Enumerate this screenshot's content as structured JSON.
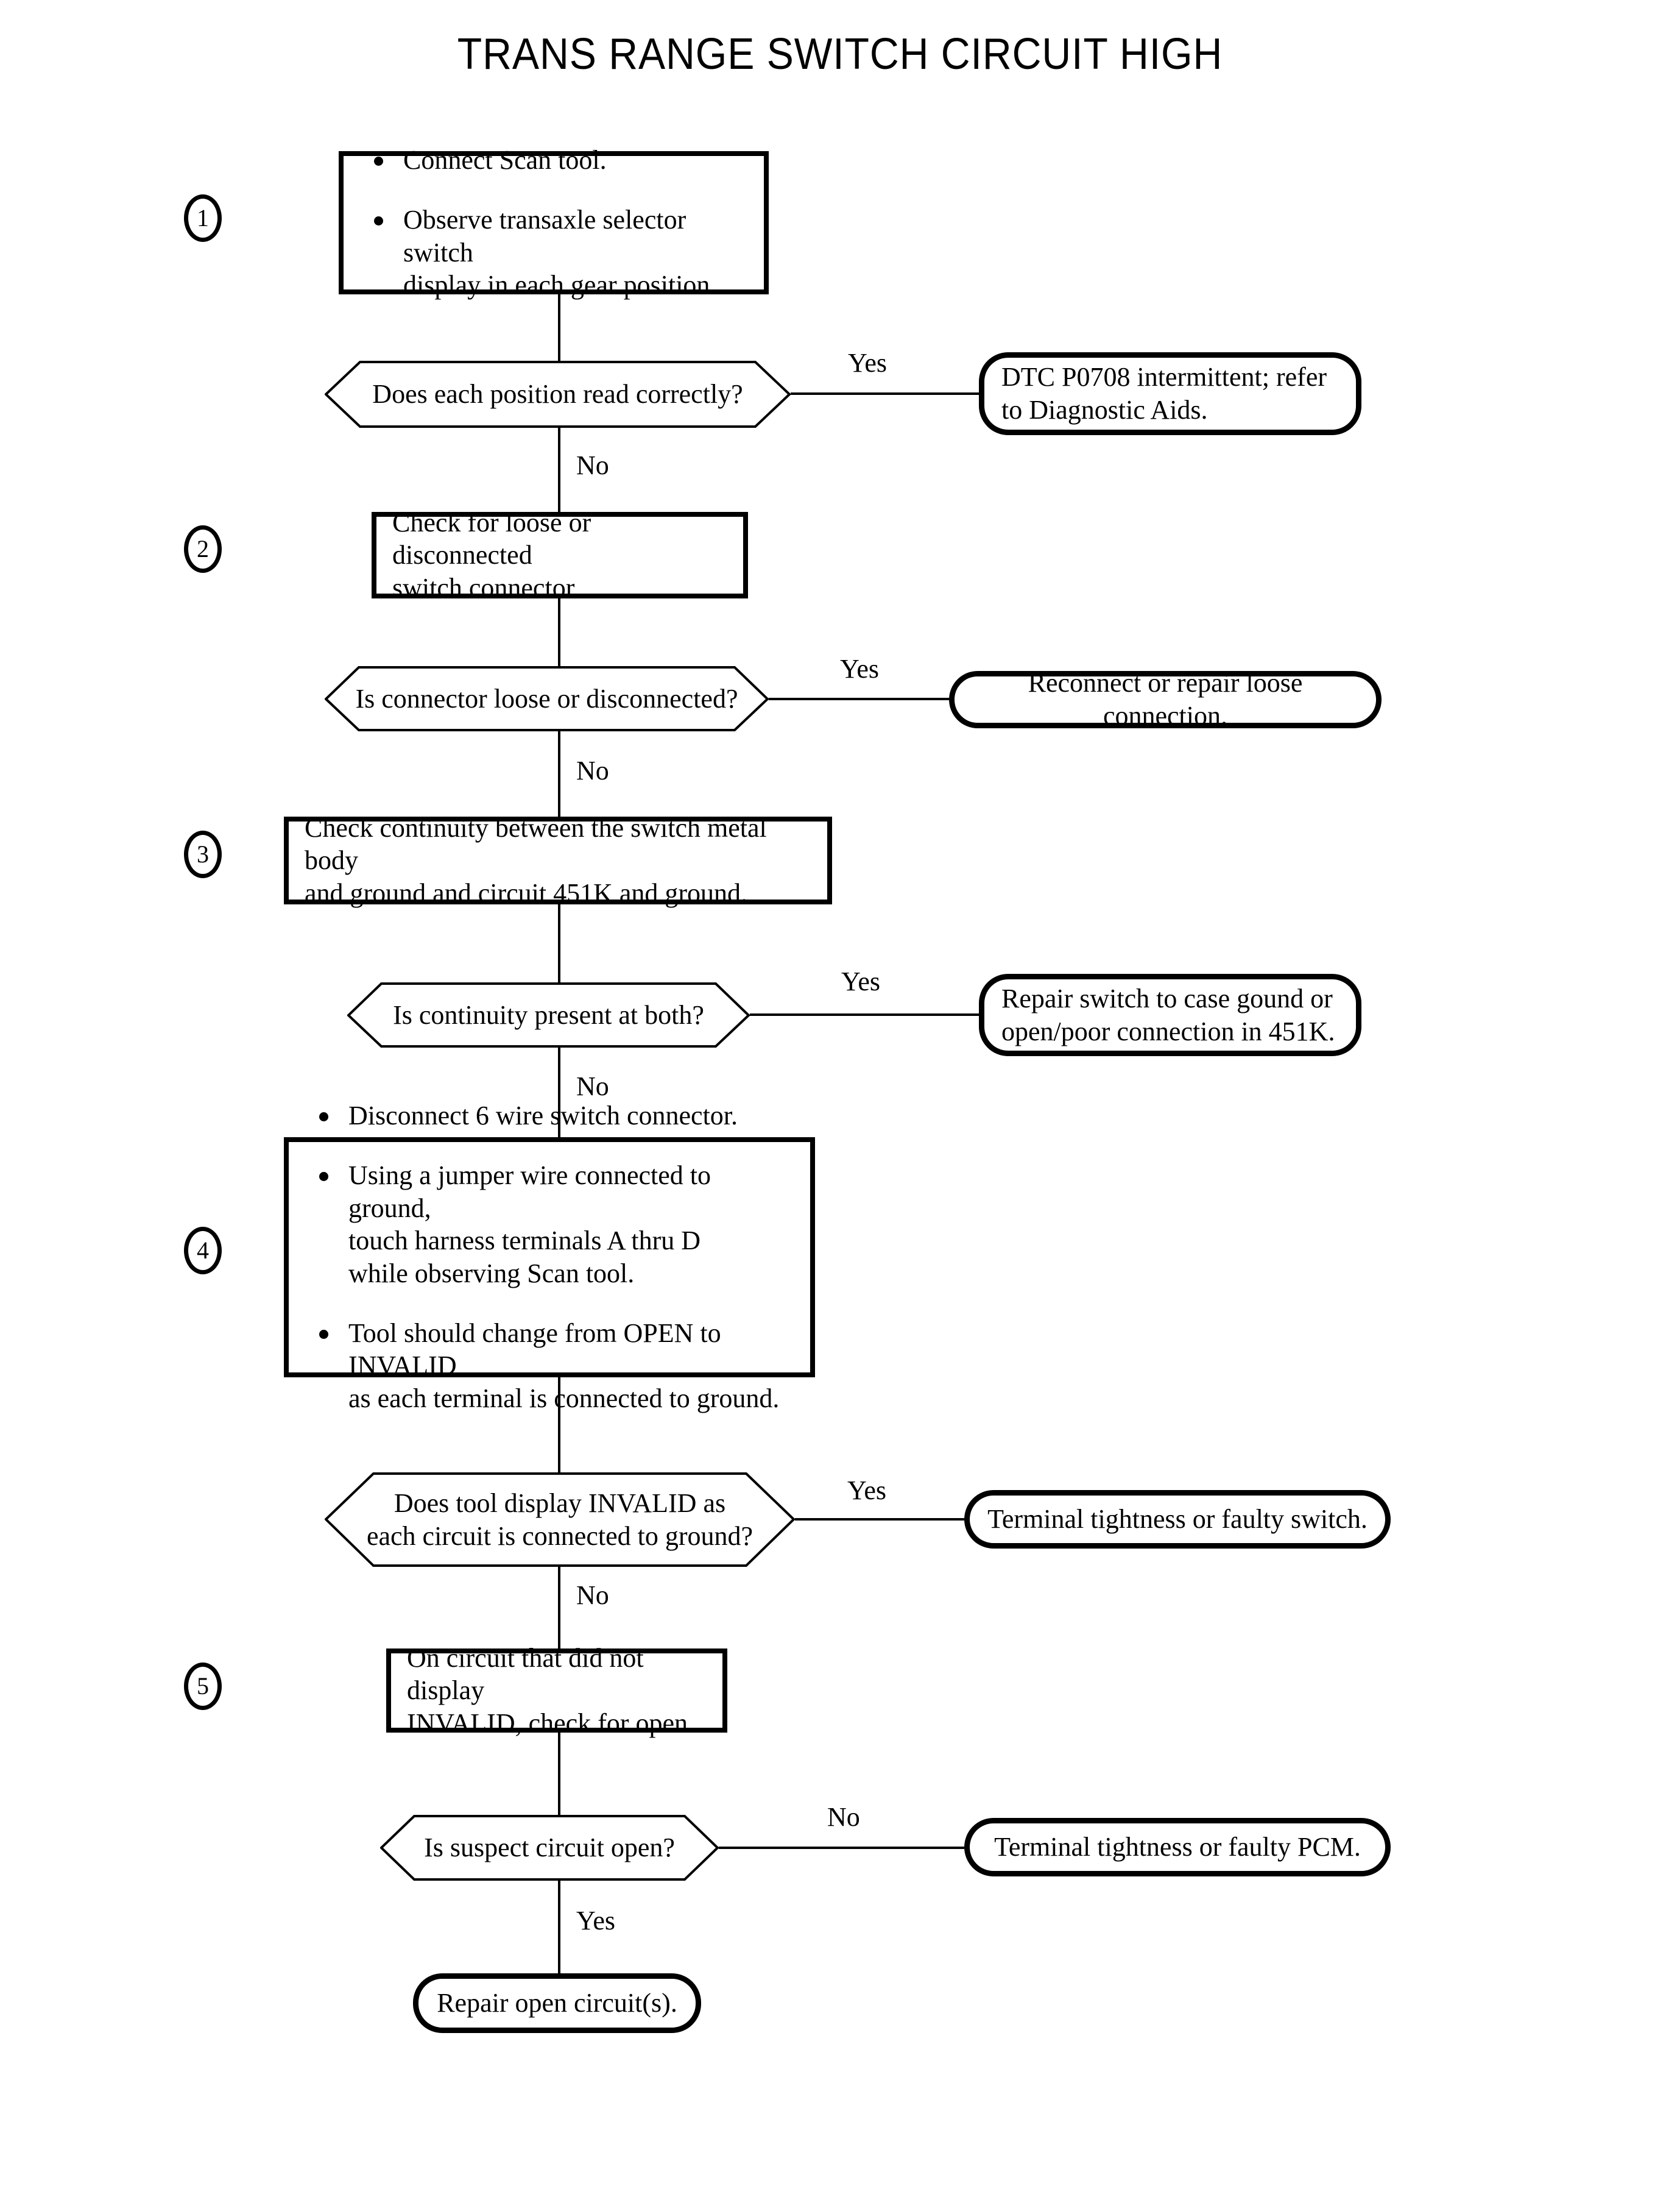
{
  "title": "TRANS RANGE SWITCH CIRCUIT HIGH",
  "steps": [
    {
      "number": "1"
    },
    {
      "number": "2"
    },
    {
      "number": "3"
    },
    {
      "number": "4"
    },
    {
      "number": "5"
    }
  ],
  "process_boxes": [
    {
      "id": "step1",
      "bullets": [
        "Connect Scan tool.",
        "Observe transaxle selector switch\ndisplay in each gear position."
      ]
    },
    {
      "id": "step2",
      "text": "Check for loose or disconnected\nswitch connector."
    },
    {
      "id": "step3",
      "text": "Check continuity between the switch metal body\nand ground and circuit 451K and ground."
    },
    {
      "id": "step4",
      "bullets": [
        "Disconnect 6 wire switch connector.",
        "Using a jumper wire connected to ground,\ntouch harness terminals A thru D\nwhile observing Scan tool.",
        "Tool should change from OPEN to INVALID\nas each terminal is connected to ground."
      ]
    },
    {
      "id": "step5",
      "text": "On circuit that did not display\nINVALID, check for open."
    }
  ],
  "decisions": [
    {
      "id": "d1",
      "text": "Does each position read correctly?"
    },
    {
      "id": "d2",
      "text": "Is connector loose or disconnected?"
    },
    {
      "id": "d3",
      "text": "Is continuity present at both?"
    },
    {
      "id": "d4",
      "text": "Does tool display INVALID as\neach circuit is connected to ground?"
    },
    {
      "id": "d5",
      "text": "Is suspect circuit open?"
    }
  ],
  "terminals": [
    {
      "id": "t1",
      "text": "DTC P0708 intermittent; refer\nto Diagnostic Aids."
    },
    {
      "id": "t2",
      "text": "Reconnect or repair loose connection."
    },
    {
      "id": "t3",
      "text": "Repair switch to case gound or\nopen/poor connection in 451K."
    },
    {
      "id": "t4",
      "text": "Terminal tightness or faulty switch."
    },
    {
      "id": "t5",
      "text": "Terminal tightness or faulty PCM."
    },
    {
      "id": "t6",
      "text": "Repair open circuit(s)."
    }
  ],
  "branch_labels": [
    {
      "id": "b1",
      "text": "Yes"
    },
    {
      "id": "b2",
      "text": "No"
    },
    {
      "id": "b3",
      "text": "Yes"
    },
    {
      "id": "b4",
      "text": "No"
    },
    {
      "id": "b5",
      "text": "Yes"
    },
    {
      "id": "b6",
      "text": "No"
    },
    {
      "id": "b7",
      "text": "Yes"
    },
    {
      "id": "b8",
      "text": "No"
    },
    {
      "id": "b9",
      "text": "No"
    },
    {
      "id": "b10",
      "text": "Yes"
    }
  ],
  "colors": {
    "line": "#000000",
    "background": "#ffffff",
    "text": "#000000"
  }
}
